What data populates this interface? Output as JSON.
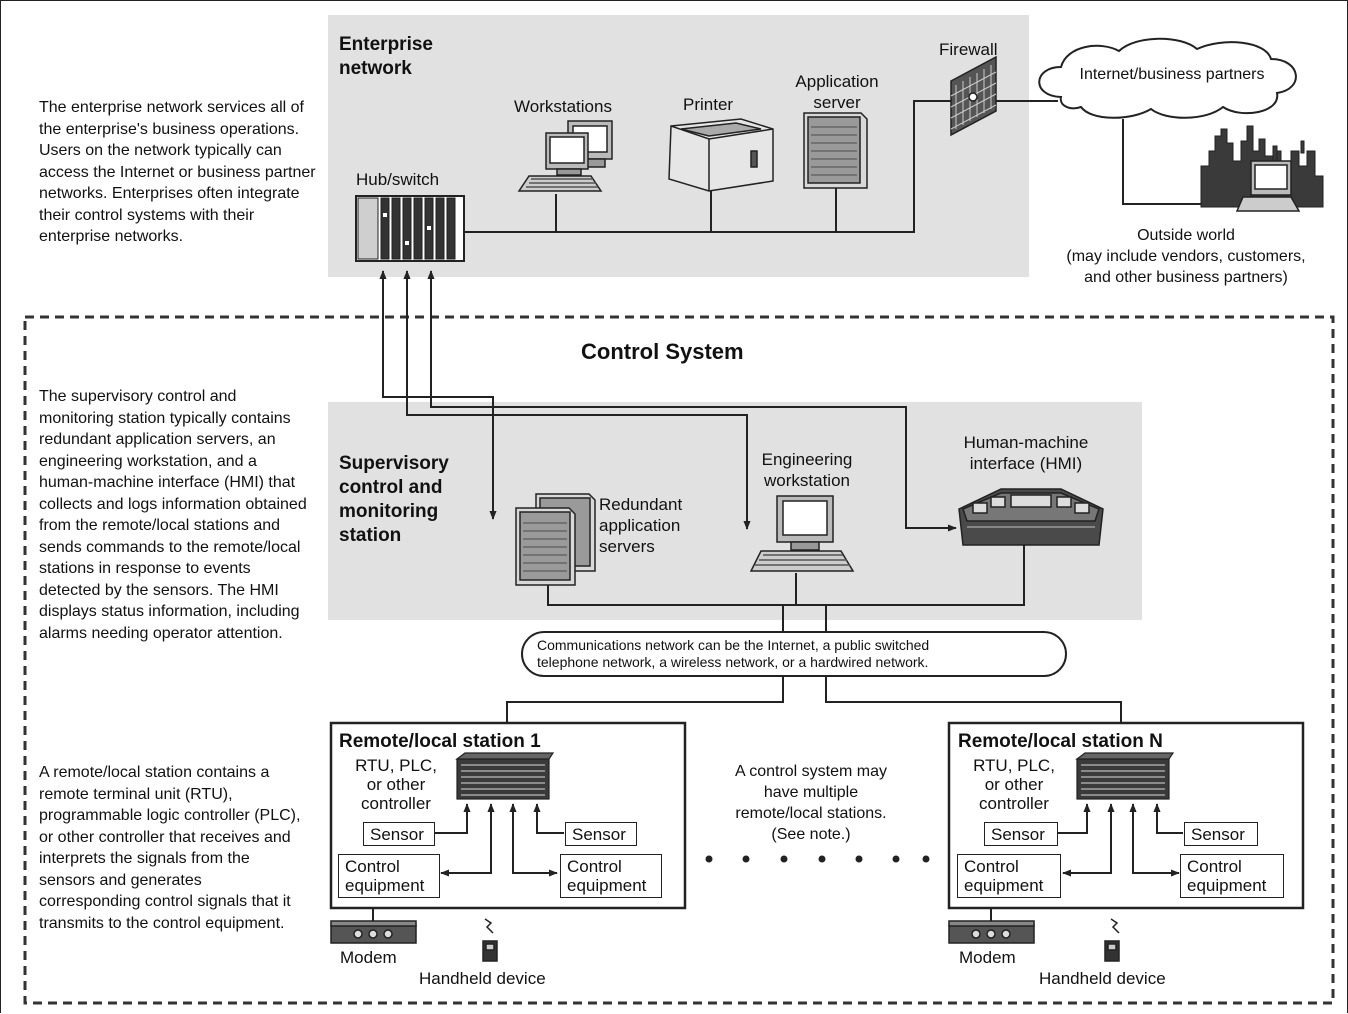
{
  "left_text": {
    "enterprise": "The enterprise network services all of the enterprise's business operations. Users on the network typically can access the Internet or business partner networks. Enterprises often integrate their control systems with their enterprise networks.",
    "supervisory": "The supervisory control and monitoring station typically contains redundant application servers, an engineering workstation, and a human-machine interface (HMI) that collects and logs information obtained from the remote/local stations and sends commands to the remote/local stations in response to events detected by the sensors. The HMI displays status information, including alarms needing operator attention.",
    "remote": "A remote/local station contains a remote terminal unit (RTU), programmable logic controller (PLC), or other controller that receives and interprets the signals from the sensors and generates corresponding control signals that it transmits to the control equipment."
  },
  "enterprise": {
    "title_line1": "Enterprise",
    "title_line2": "network",
    "hub": "Hub/switch",
    "workstations": "Workstations",
    "printer": "Printer",
    "app_server_line1": "Application",
    "app_server_line2": "server",
    "firewall": "Firewall"
  },
  "outside": {
    "cloud": "Internet/business partners",
    "line1": "Outside world",
    "line2": "(may include vendors, customers,",
    "line3": "and other business partners)"
  },
  "control_system": {
    "title": "Control System"
  },
  "supervisory": {
    "title_line1": "Supervisory",
    "title_line2": "control and",
    "title_line3": "monitoring",
    "title_line4": "station",
    "redundant_line1": "Redundant",
    "redundant_line2": "application",
    "redundant_line3": "servers",
    "eng_line1": "Engineering",
    "eng_line2": "workstation",
    "hmi_line1": "Human-machine",
    "hmi_line2": "interface (HMI)"
  },
  "comm_network": {
    "line1": "Communications network can be the Internet, a public switched",
    "line2": "telephone network, a wireless network, or a hardwired network."
  },
  "station1": {
    "title": "Remote/local station 1",
    "ctrl_line1": "RTU, PLC,",
    "ctrl_line2": "or other",
    "ctrl_line3": "controller",
    "sensor_left": "Sensor",
    "sensor_right": "Sensor",
    "control_left_line1": "Control",
    "control_left_line2": "equipment",
    "control_right_line1": "Control",
    "control_right_line2": "equipment",
    "modem": "Modem",
    "handheld": "Handheld device"
  },
  "stationN": {
    "title": "Remote/local station N",
    "ctrl_line1": "RTU, PLC,",
    "ctrl_line2": "or other",
    "ctrl_line3": "controller",
    "sensor_left": "Sensor",
    "sensor_right": "Sensor",
    "control_left_line1": "Control",
    "control_left_line2": "equipment",
    "control_right_line1": "Control",
    "control_right_line2": "equipment",
    "modem": "Modem",
    "handheld": "Handheld device"
  },
  "middle_note": {
    "line1": "A control system may",
    "line2": "have multiple",
    "line3": "remote/local stations.",
    "line4": "(See note.)"
  },
  "colors": {
    "panel_gray": "#e1e1e1",
    "line": "#222222",
    "device_dark": "#4a4a4a"
  }
}
